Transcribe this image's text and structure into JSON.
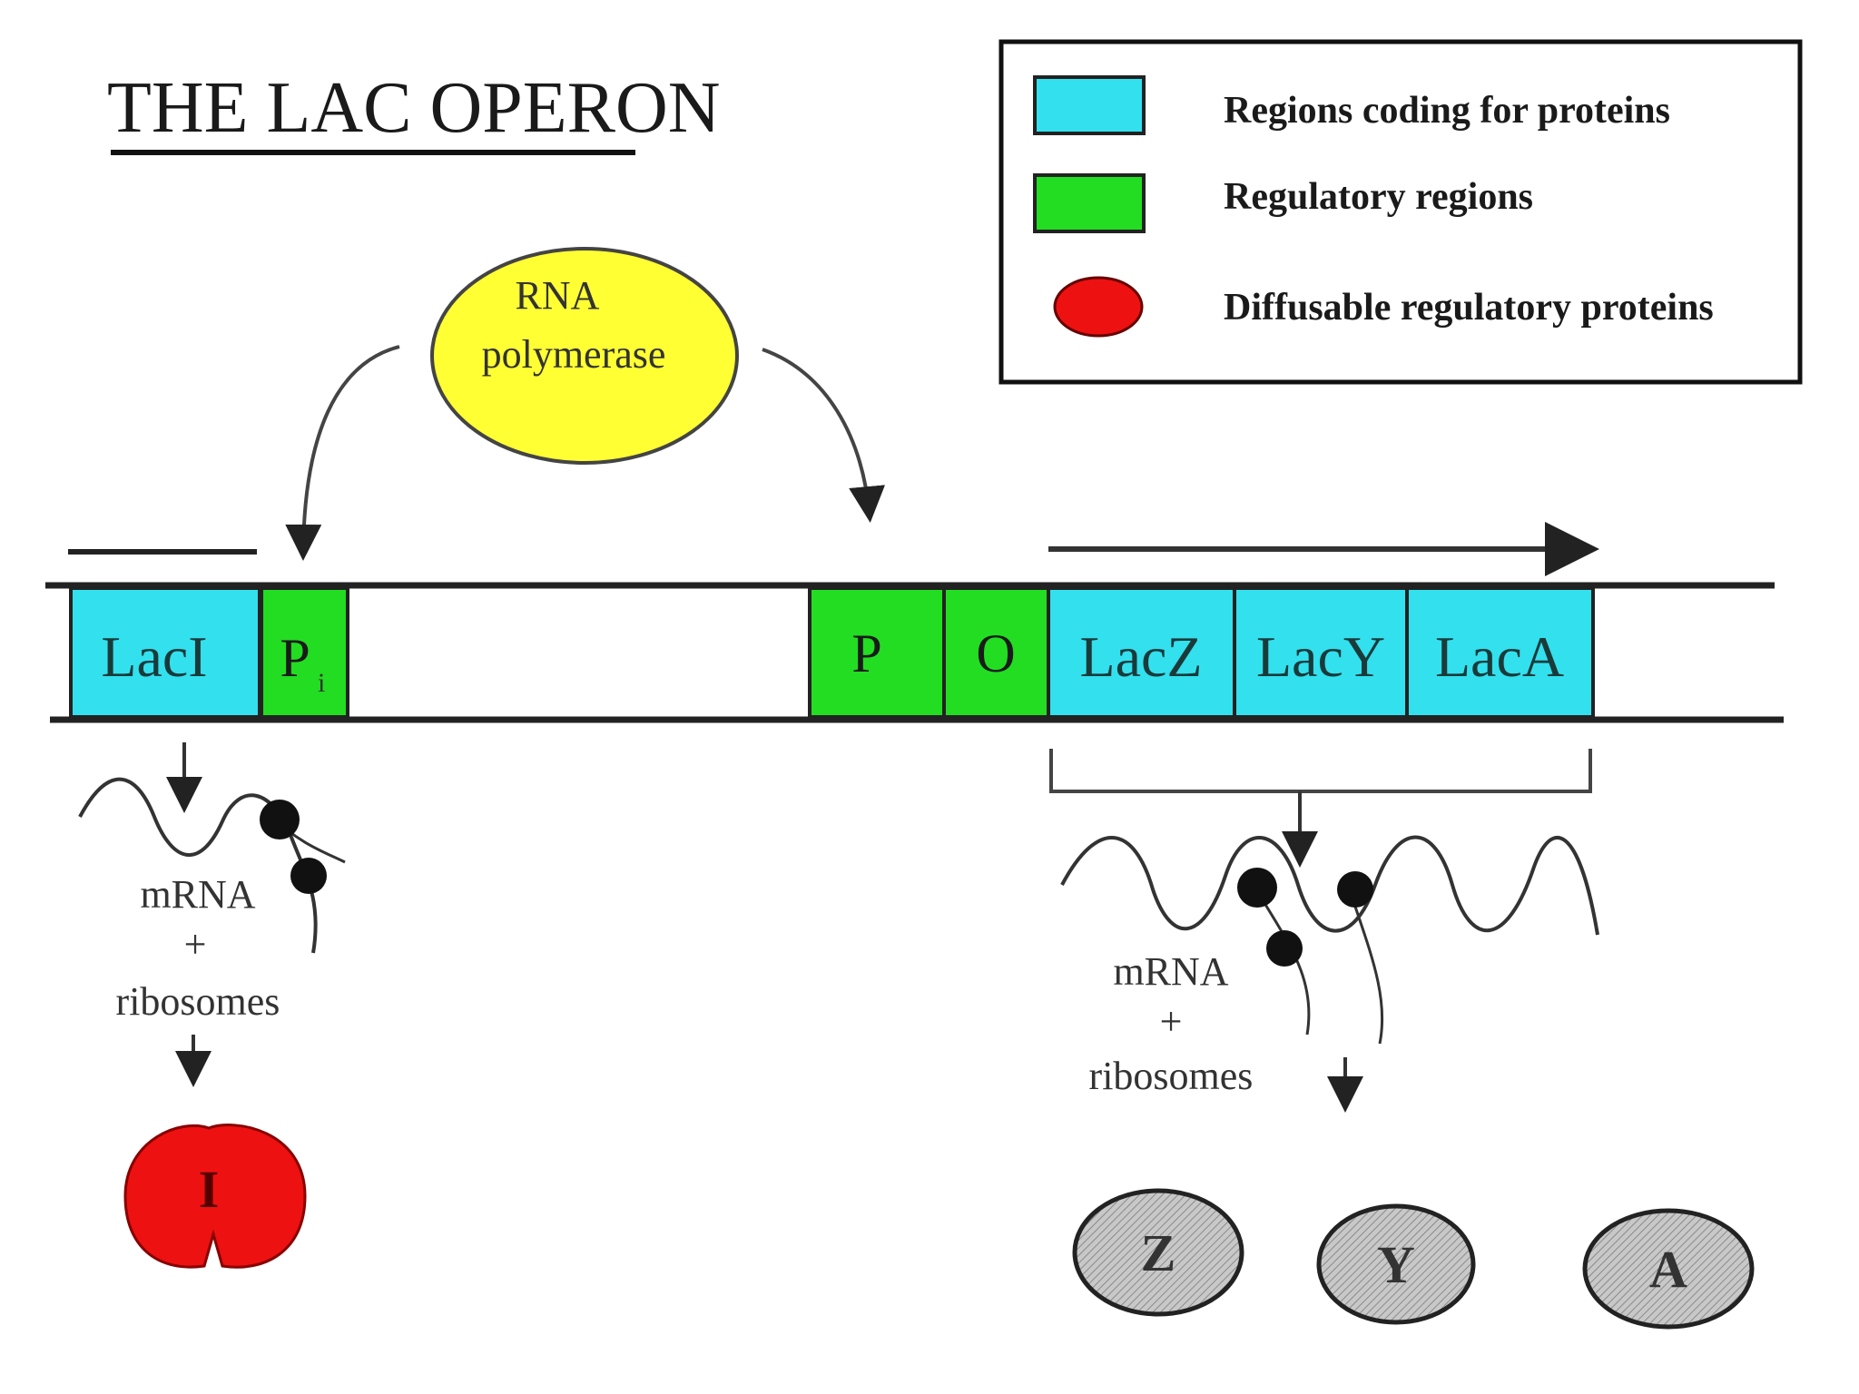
{
  "title": "THE LAC OPERON",
  "legend": {
    "items": [
      {
        "label": "Regions coding for proteins",
        "color": "#33e0ee"
      },
      {
        "label": "Regulatory regions",
        "color": "#22dd22"
      },
      {
        "label": "Diffusable regulatory proteins",
        "color": "#ee1111"
      }
    ]
  },
  "rna_polymerase": {
    "line1": "RNA",
    "line2": "polymerase",
    "color": "#ffff33"
  },
  "dna": {
    "lacI": "LacI",
    "pi": "P",
    "pi_sub": "i",
    "p": "P",
    "o": "O",
    "lacZ": "LacZ",
    "lacY": "LacY",
    "lacA": "LacA"
  },
  "left_transcription": {
    "mrna": "mRNA",
    "plus": "+",
    "ribosomes": "ribosomes",
    "product": "I"
  },
  "right_transcription": {
    "mrna": "mRNA",
    "plus": "+",
    "ribosomes": "ribosomes"
  },
  "products": {
    "z": "Z",
    "y": "Y",
    "a": "A"
  },
  "colors": {
    "coding": "#33e0ee",
    "regulatory": "#22dd22",
    "repressor": "#ee1111",
    "polymerase": "#ffff33",
    "enzyme": "#bbbbbb"
  }
}
